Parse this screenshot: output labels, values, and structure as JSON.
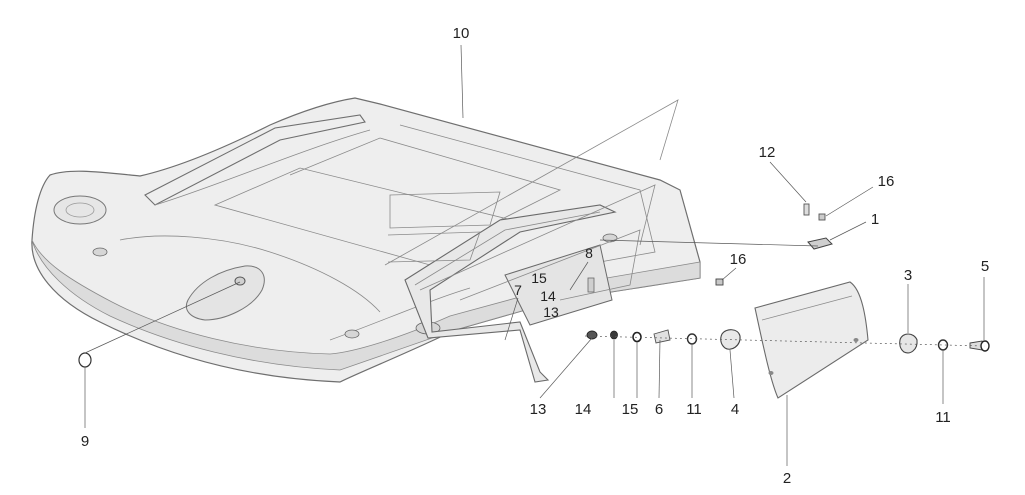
{
  "callouts": {
    "c1": "1",
    "c2": "2",
    "c3": "3",
    "c4": "4",
    "c5": "5",
    "c6": "6",
    "c7": "7",
    "c8": "8",
    "c9": "9",
    "c10": "10",
    "c11a": "11",
    "c11b": "11",
    "c12": "12",
    "c13a": "13",
    "c13b": "13",
    "c14a": "14",
    "c14b": "14",
    "c15a": "15",
    "c15b": "15",
    "c16a": "16",
    "c16b": "16"
  },
  "colors": {
    "panel_fill": "#eeeeee",
    "panel_shade": "#dcdcdc",
    "line": "#6f6f6f",
    "text": "#222222"
  }
}
